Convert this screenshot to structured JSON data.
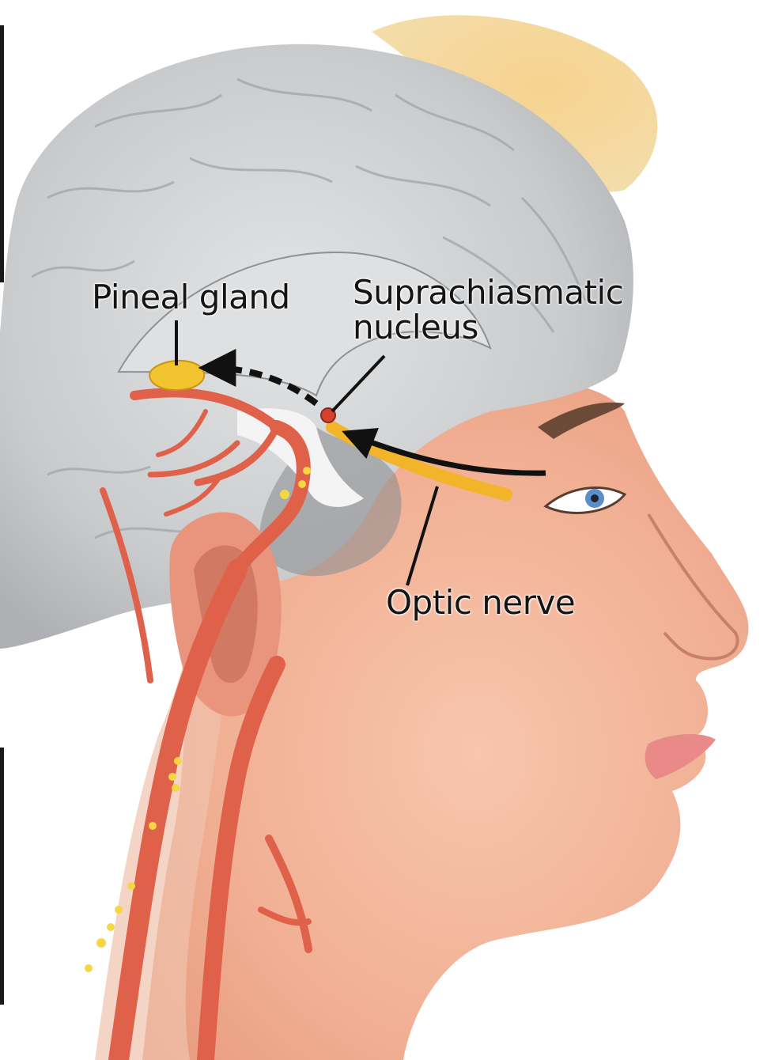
{
  "labels": {
    "pineal_gland": "Pineal gland",
    "scn_line1": "Suprachiasmatic",
    "scn_line2": "nucleus",
    "optic_nerve": "Optic nerve"
  },
  "colors": {
    "skin": "#f3b79a",
    "brain": "#c9cbcc",
    "artery": "#e0614a",
    "nerve": "#f2b52a",
    "hair": "#f1c77a"
  }
}
